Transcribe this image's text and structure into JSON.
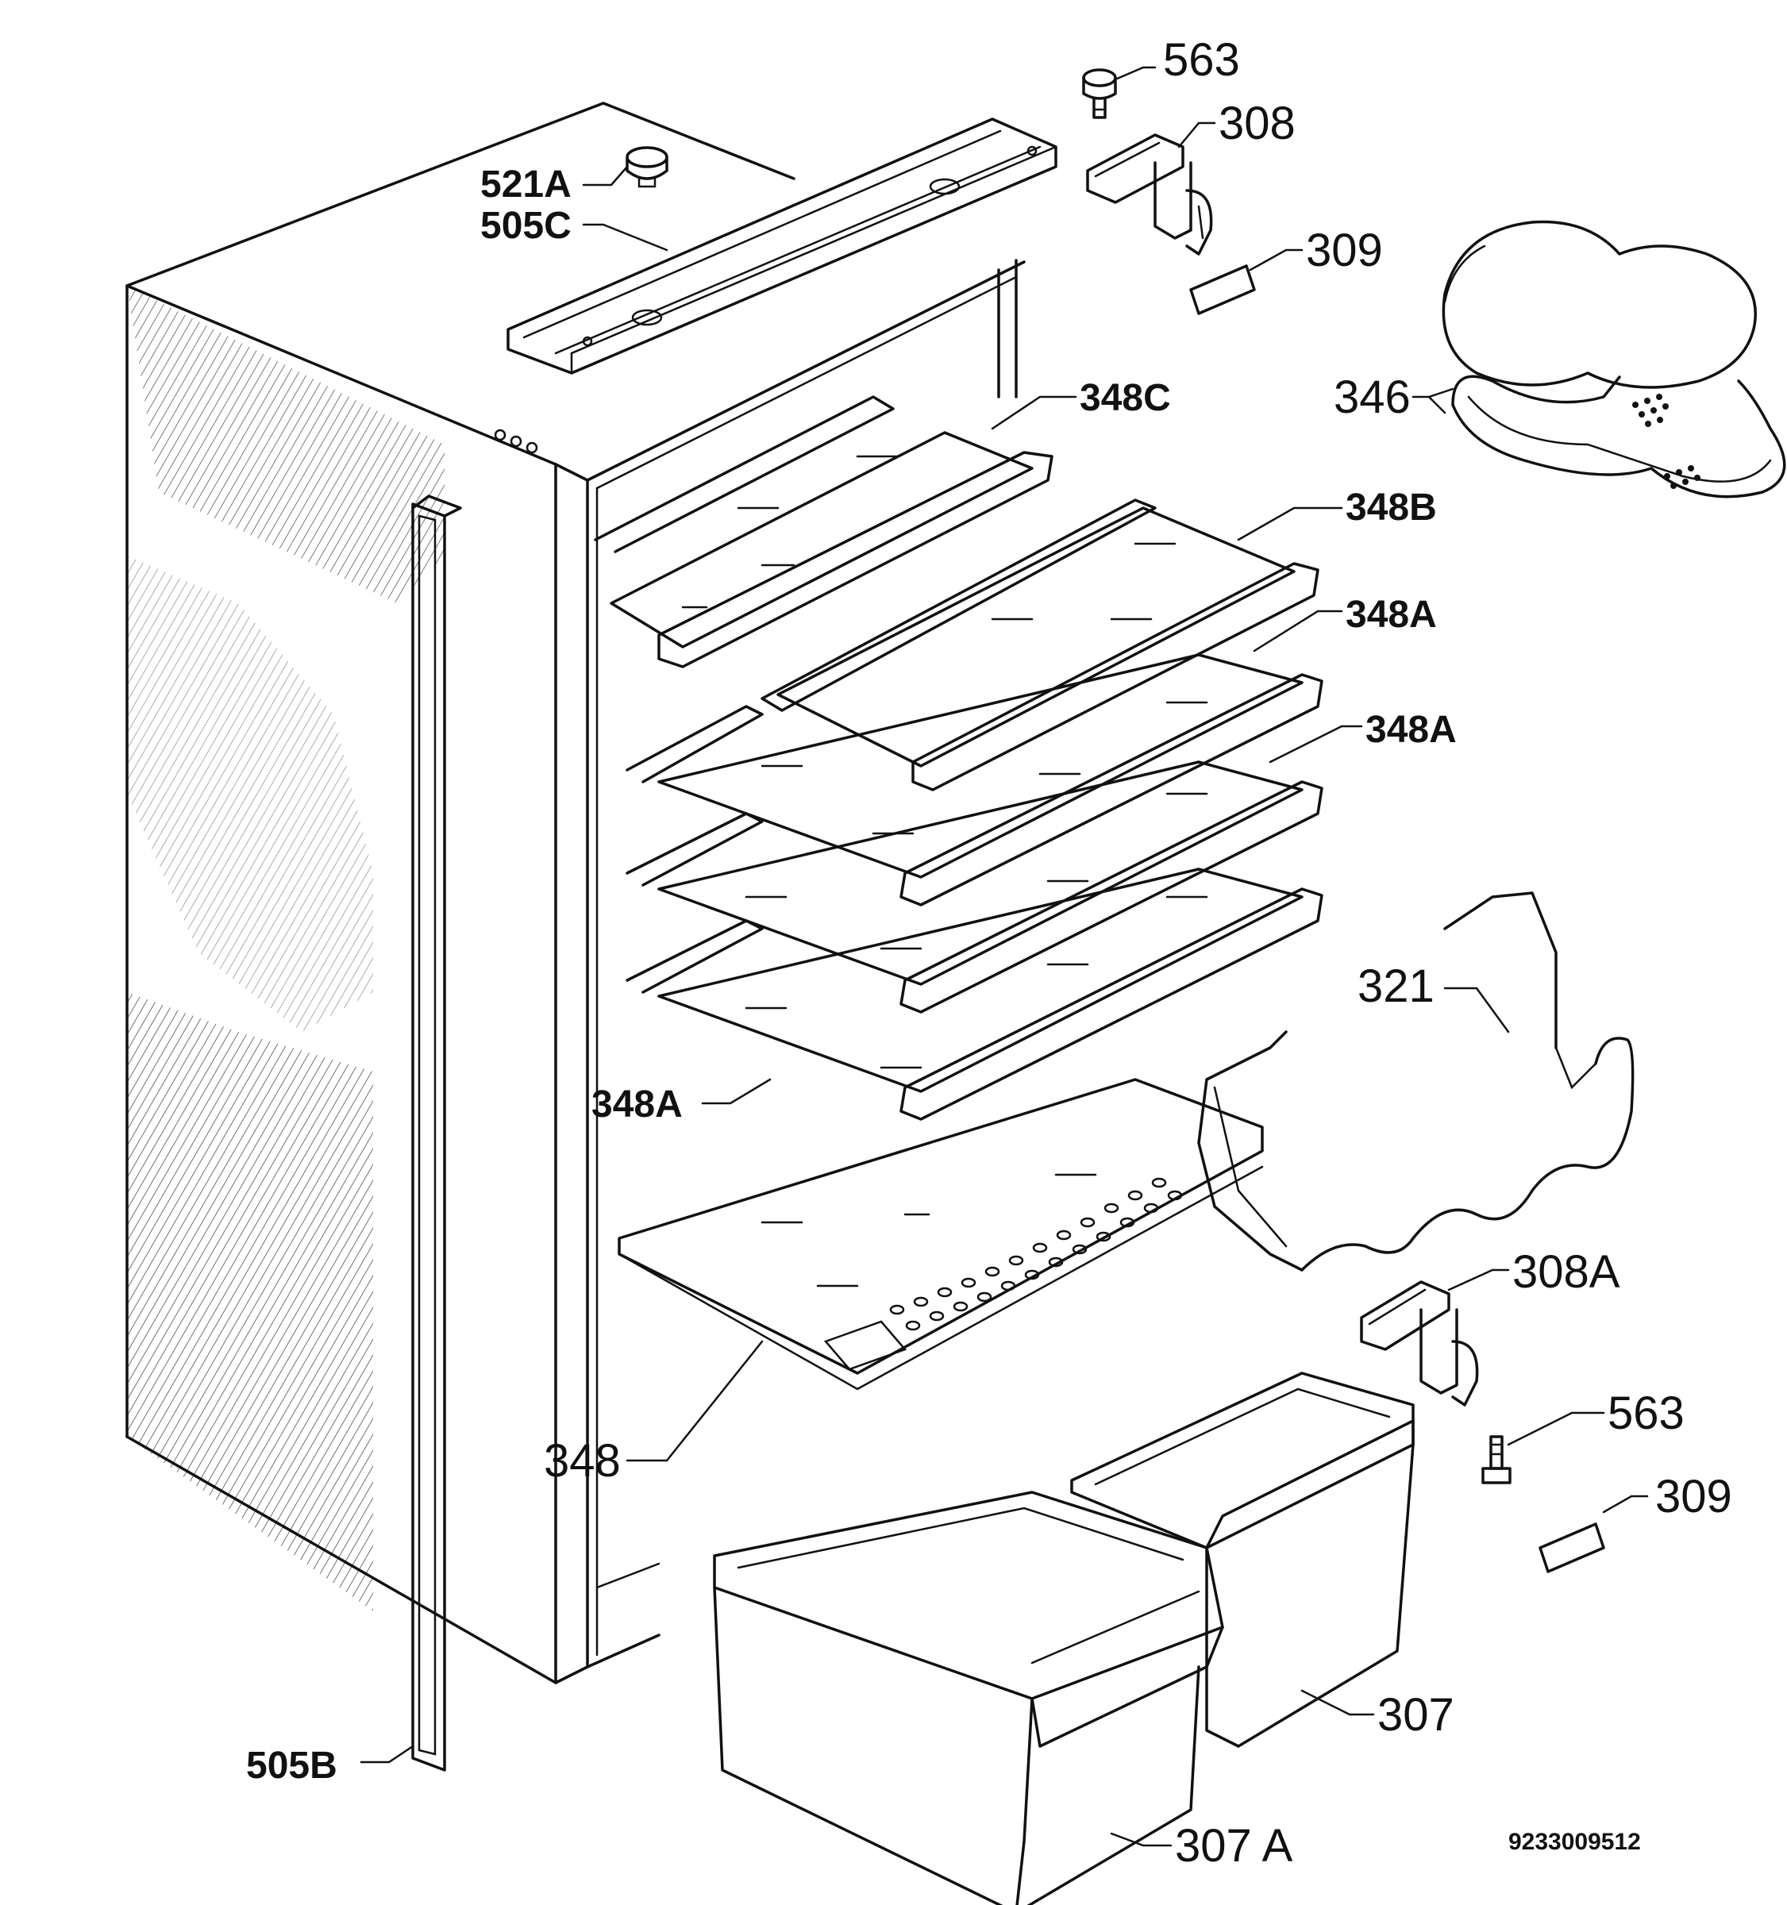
{
  "labels": {
    "p563_top": "563",
    "p308": "308",
    "p309_top": "309",
    "p521a": "521A",
    "p505c": "505C",
    "p346": "346",
    "p348c": "348C",
    "p348b": "348B",
    "p348a_1": "348A",
    "p348a_2": "348A",
    "p321": "321",
    "p348a_3": "348A",
    "p308a": "308A",
    "p563_bottom": "563",
    "p348": "348",
    "p309_bottom": "309",
    "p307": "307",
    "p505b": "505B",
    "p307a": "307 A"
  },
  "drawing_code": "9233009512"
}
